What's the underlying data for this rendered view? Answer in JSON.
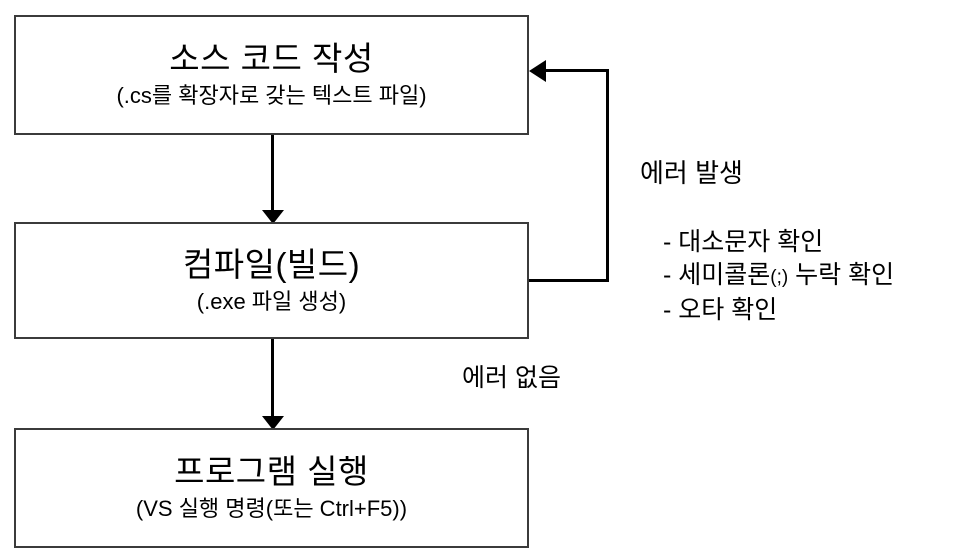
{
  "diagram": {
    "boxes": [
      {
        "id": "source-code",
        "title": "소스 코드 작성",
        "subtitle": "(.cs를 확장자로 갖는 텍스트 파일)"
      },
      {
        "id": "compile-build",
        "title": "컴파일(빌드)",
        "subtitle": "(.exe 파일 생성)"
      },
      {
        "id": "run-program",
        "title": "프로그램 실행",
        "subtitle": "(VS 실행 명령(또는 Ctrl+F5))"
      }
    ],
    "annotations": {
      "error_occurred": "에러 발생",
      "no_error": "에러 없음",
      "checklist": [
        {
          "bullet": "-",
          "text_before": "대소문자 확인",
          "paren": "",
          "text_after": ""
        },
        {
          "bullet": "-",
          "text_before": "세미콜론",
          "paren": "(;)",
          "text_after": " 누락 확인"
        },
        {
          "bullet": "-",
          "text_before": "오타 확인",
          "paren": "",
          "text_after": ""
        }
      ]
    },
    "colors": {
      "box_border": "#3b3b3b",
      "line": "#000000",
      "text": "#000000",
      "background": "#ffffff"
    }
  }
}
